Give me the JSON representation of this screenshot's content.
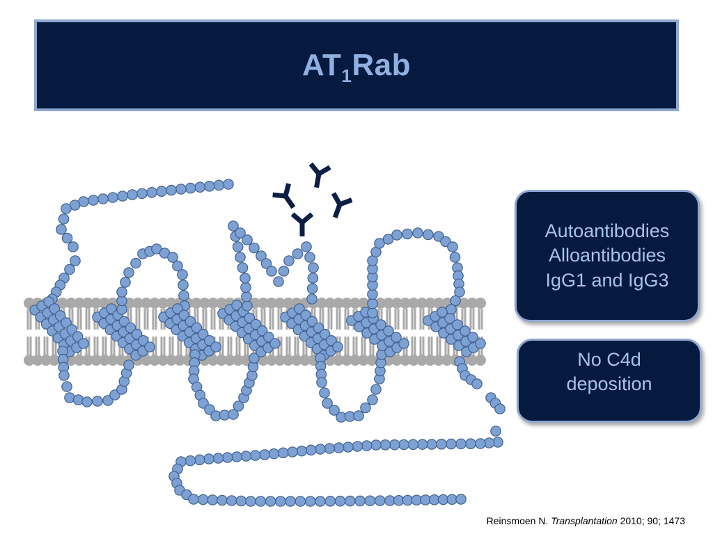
{
  "slide": {
    "title_main": "AT",
    "title_sub": "1",
    "title_tail": "Rab"
  },
  "boxes": [
    {
      "lines": [
        "Autoantibodies",
        "Alloantibodies",
        "IgG1 and IgG3"
      ]
    },
    {
      "lines": [
        "No C4d",
        "deposition"
      ]
    }
  ],
  "citation": {
    "author": "Reinsmoen N.",
    "journal": "Transplantation",
    "details": "2010; 90; 1473"
  },
  "colors": {
    "navy": "#061a40",
    "bead_fill": "#7ea1d4",
    "bead_stroke": "#3f5f8f",
    "membrane": "#a9a9a9",
    "antibody": "#0b1f45"
  },
  "icons": [
    "antibody-icon"
  ]
}
